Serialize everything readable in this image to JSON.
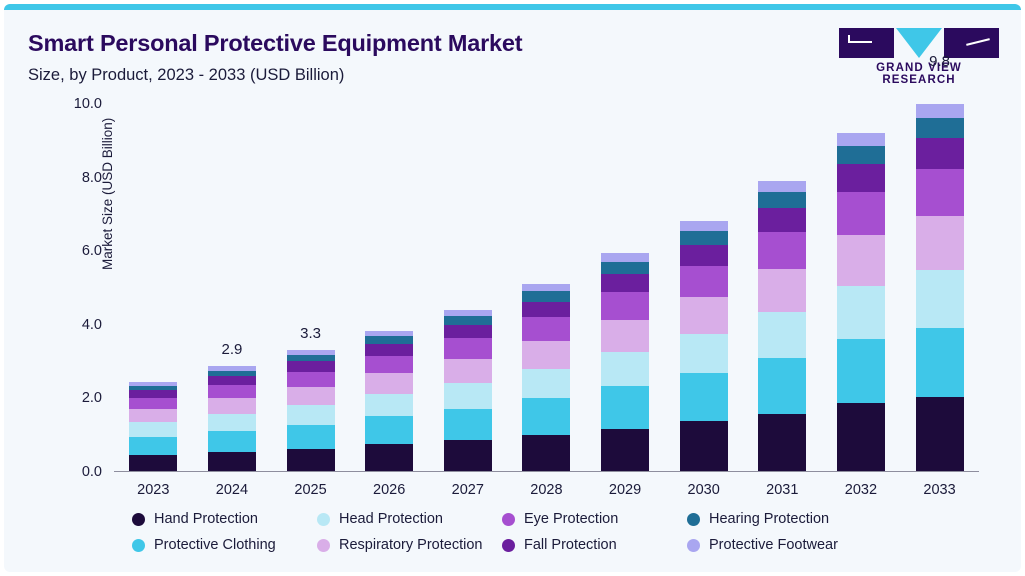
{
  "header": {
    "title": "Smart Personal Protective Equipment Market",
    "subtitle": "Size, by Product, 2023 - 2033 (USD Billion)",
    "logo_name": "GRAND VIEW RESEARCH"
  },
  "colors": {
    "accent_bar": "#3fc7e8",
    "title": "#2b0a5e",
    "background": "#f4f8fc"
  },
  "chart_data": {
    "type": "bar",
    "stacked": true,
    "title": "Smart Personal Protective Equipment Market",
    "subtitle": "Size, by Product, 2023 - 2033 (USD Billion)",
    "xlabel": "",
    "ylabel": "Market Size (USD Billion)",
    "ylim": [
      0,
      10
    ],
    "yticks": [
      "0.0",
      "2.0",
      "4.0",
      "6.0",
      "8.0",
      "10.0"
    ],
    "grid": false,
    "legend_position": "bottom",
    "categories": [
      "2023",
      "2024",
      "2025",
      "2026",
      "2027",
      "2028",
      "2029",
      "2030",
      "2031",
      "2032",
      "2033"
    ],
    "annotations": [
      {
        "category": "2024",
        "label": "2.9"
      },
      {
        "category": "2025",
        "label": "3.3"
      },
      {
        "category": "2033",
        "label": "9.8"
      }
    ],
    "series": [
      {
        "name": "Hand Protection",
        "color": "#1d0b3b",
        "values": [
          0.46,
          0.55,
          0.63,
          0.76,
          0.87,
          1.01,
          1.18,
          1.38,
          1.59,
          1.87,
          2.18
        ]
      },
      {
        "name": "Protective Clothing",
        "color": "#3fc7e8",
        "values": [
          0.5,
          0.57,
          0.66,
          0.76,
          0.85,
          1.0,
          1.16,
          1.31,
          1.52,
          1.74,
          2.02
        ]
      },
      {
        "name": "Head Protection",
        "color": "#b8e8f5",
        "values": [
          0.4,
          0.45,
          0.52,
          0.59,
          0.69,
          0.79,
          0.92,
          1.05,
          1.24,
          1.45,
          1.66
        ]
      },
      {
        "name": "Respiratory Protection",
        "color": "#d9aee8",
        "values": [
          0.36,
          0.43,
          0.5,
          0.57,
          0.66,
          0.76,
          0.88,
          1.01,
          1.17,
          1.37,
          1.59
        ]
      },
      {
        "name": "Eye Protection",
        "color": "#a64fd0",
        "values": [
          0.3,
          0.36,
          0.42,
          0.48,
          0.56,
          0.64,
          0.75,
          0.86,
          1.0,
          1.17,
          1.36
        ]
      },
      {
        "name": "Fall Protection",
        "color": "#6b1f9e",
        "values": [
          0.2,
          0.24,
          0.28,
          0.32,
          0.37,
          0.43,
          0.5,
          0.57,
          0.66,
          0.77,
          0.9
        ]
      },
      {
        "name": "Hearing Protection",
        "color": "#1f6e96",
        "values": [
          0.13,
          0.16,
          0.18,
          0.21,
          0.24,
          0.28,
          0.32,
          0.37,
          0.43,
          0.5,
          0.58
        ]
      },
      {
        "name": "Protective Footwear",
        "color": "#a9a6f0",
        "values": [
          0.09,
          0.11,
          0.13,
          0.15,
          0.17,
          0.2,
          0.23,
          0.26,
          0.3,
          0.35,
          0.41
        ]
      }
    ]
  }
}
